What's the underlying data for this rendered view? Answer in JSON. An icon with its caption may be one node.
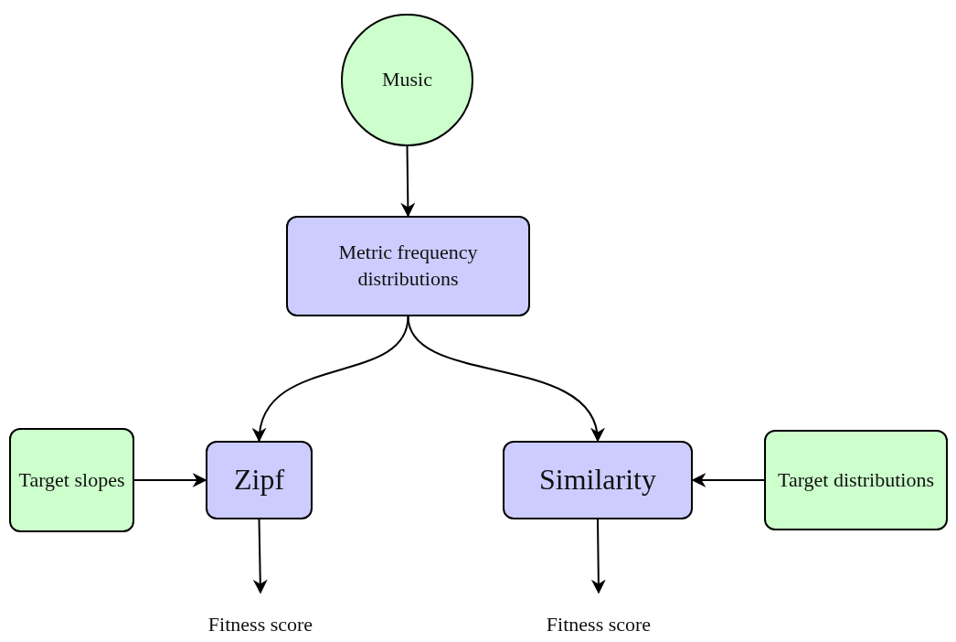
{
  "diagram": {
    "nodes": [
      {
        "text": [
          "Music"
        ]
      },
      {
        "text": [
          "Metric frequency distributions"
        ]
      },
      {
        "text": [
          "Target slopes"
        ]
      },
      {
        "text": [
          "Zipf"
        ]
      },
      {
        "text": [
          "Similarity"
        ]
      },
      {
        "text": [
          "Target distributions"
        ]
      },
      {
        "text": [
          "Fitness score"
        ]
      },
      {
        "text": [
          "Fitness score"
        ]
      }
    ],
    "edges": [
      {
        "from": 0,
        "to": 1,
        "arrow": "to"
      },
      {
        "from": 1,
        "to": 3,
        "arrow": "to"
      },
      {
        "from": 1,
        "to": 4,
        "arrow": "to"
      },
      {
        "from": 2,
        "to": 3,
        "arrow": "to"
      },
      {
        "from": 5,
        "to": 4,
        "arrow": "to"
      },
      {
        "from": 3,
        "to": 6,
        "arrow": "to"
      },
      {
        "from": 4,
        "to": 7,
        "arrow": "to"
      }
    ]
  }
}
